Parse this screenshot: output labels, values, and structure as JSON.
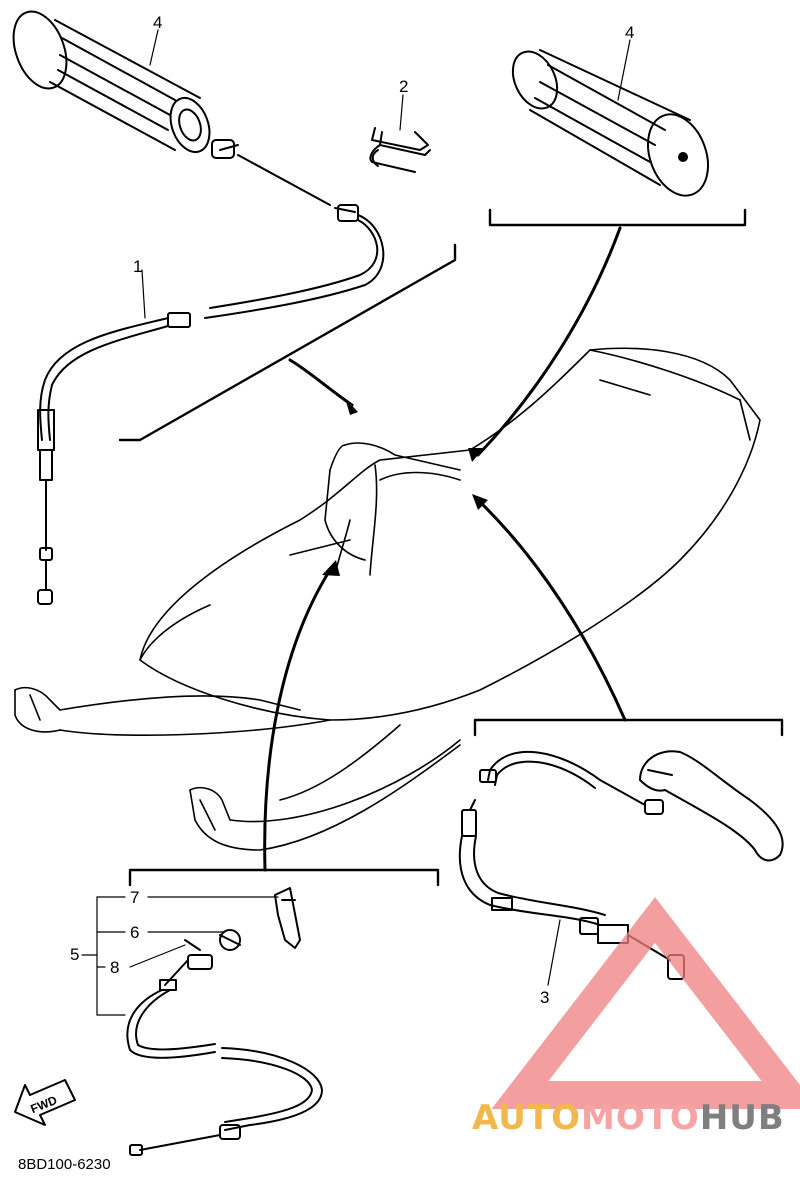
{
  "diagram": {
    "callouts": [
      "1",
      "2",
      "3",
      "4",
      "4",
      "5",
      "6",
      "7",
      "8"
    ],
    "fwd_label": "FWD",
    "part_code": "8BD100-6230"
  },
  "watermark": {
    "part1": "AUTO",
    "part2": "MOTO",
    "part3": "HUB",
    "colors": {
      "auto": "#f2b84e",
      "moto": "#f5a3a3",
      "hub": "#7f7f7f",
      "logo": "#f08080"
    }
  }
}
